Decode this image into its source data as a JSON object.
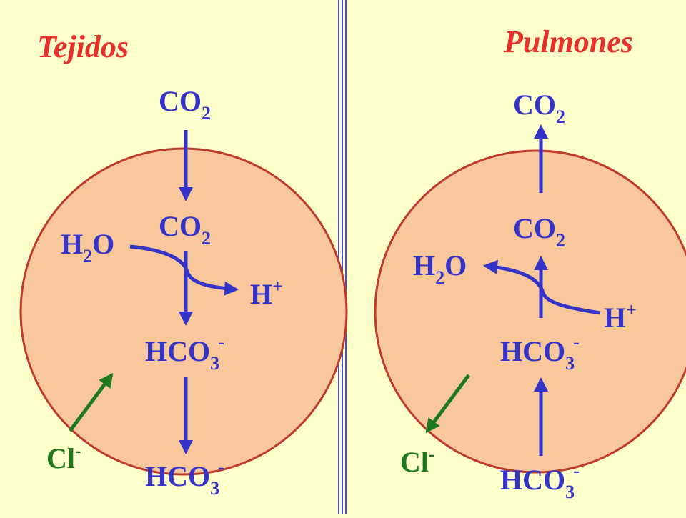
{
  "colors": {
    "background": "#ffffcc",
    "cell_fill": "#f9c79c",
    "cell_stroke": "#c0392b",
    "title": "#e8302b",
    "chemical": "#3434c8",
    "chloride_arrow": "#1c7a1c",
    "divider": "#4b4bd1"
  },
  "left_panel": {
    "title": "Tejidos",
    "co2_out": {
      "base": "CO",
      "sub": "2"
    },
    "co2_in": {
      "base": "CO",
      "sub": "2"
    },
    "h2o": {
      "a": "H",
      "sub": "2",
      "b": "O"
    },
    "h_plus": {
      "base": "H",
      "sup": "+"
    },
    "hco3_in": {
      "base": "HCO",
      "sub": "3",
      "sup": "-"
    },
    "hco3_out": {
      "base": "HCO",
      "sub": "3",
      "sup": "-"
    },
    "cl": {
      "base": "Cl",
      "sup": "-"
    }
  },
  "right_panel": {
    "title": "Pulmones",
    "co2_out": {
      "base": "CO",
      "sub": "2"
    },
    "co2_in": {
      "base": "CO",
      "sub": "2"
    },
    "h2o": {
      "a": "H",
      "sub": "2",
      "b": "O"
    },
    "h_plus": {
      "base": "H",
      "sup": "+"
    },
    "hco3_in": {
      "base": "HCO",
      "sub": "3",
      "sup": "-"
    },
    "hco3_out": {
      "base": "HCO",
      "sub": "3",
      "sup": "-"
    },
    "cl": {
      "base": "Cl",
      "sup": "-"
    }
  }
}
